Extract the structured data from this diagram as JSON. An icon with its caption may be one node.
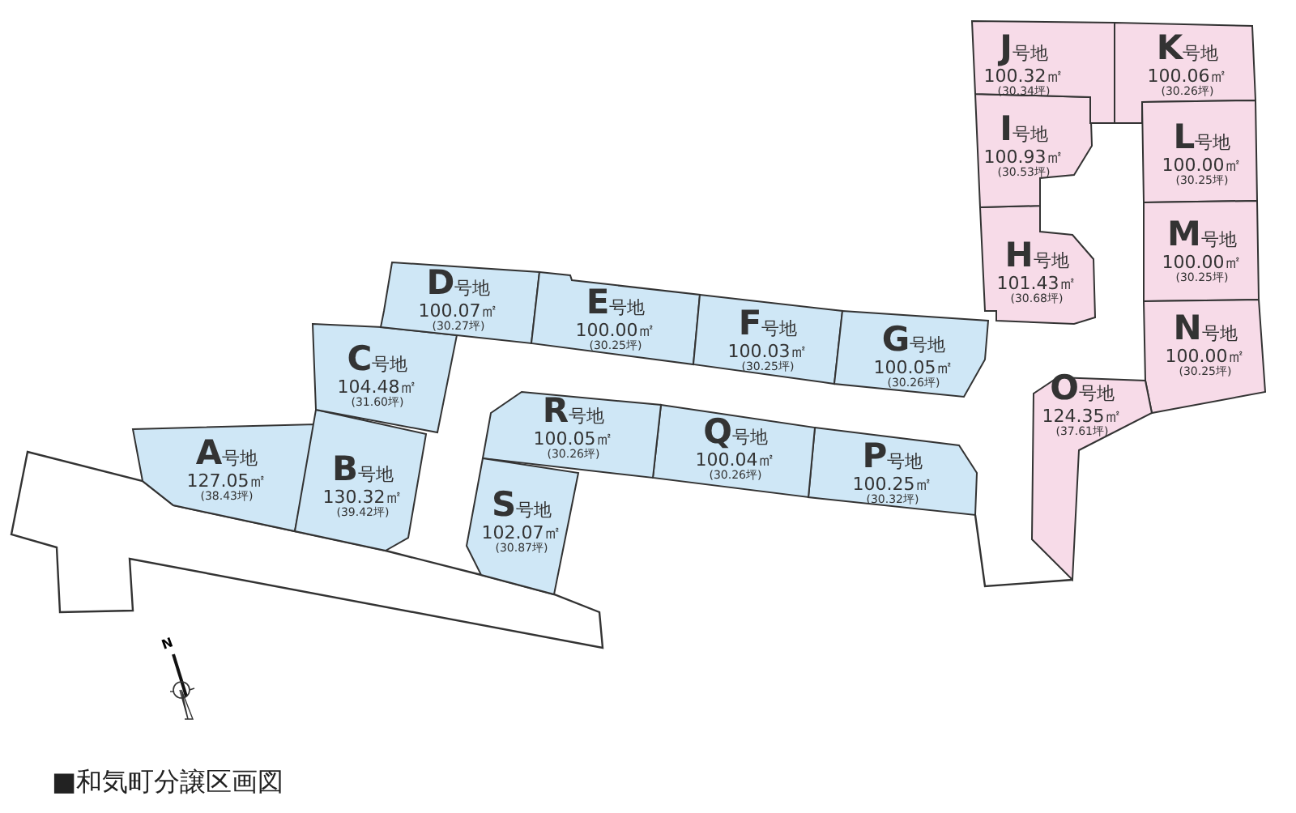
{
  "diagram": {
    "caption": "■和気町分譲区画図",
    "nodes": [
      {
        "text": [
          "**A**号地",
          "127.05㎡",
          "(38.43坪)"
        ]
      },
      {
        "text": [
          "**B**号地",
          "130.32㎡",
          "(39.42坪)"
        ]
      },
      {
        "text": [
          "**C**号地",
          "104.48㎡",
          "(31.60坪)"
        ]
      },
      {
        "text": [
          "**D**号地",
          "100.07㎡",
          "(30.27坪)"
        ]
      },
      {
        "text": [
          "**E**号地",
          "100.00㎡",
          "(30.25坪)"
        ]
      },
      {
        "text": [
          "**F**号地",
          "100.03㎡",
          "(30.25坪)"
        ]
      },
      {
        "text": [
          "**G**号地",
          "100.05㎡",
          "(30.26坪)"
        ]
      },
      {
        "text": [
          "**H**号地",
          "101.43㎡",
          "(30.68坪)"
        ]
      },
      {
        "text": [
          "**I**号地",
          "100.93㎡",
          "(30.53坪)"
        ]
      },
      {
        "text": [
          "**J**号地",
          "100.32㎡",
          "(30.34坪)"
        ]
      },
      {
        "text": [
          "**K**号地",
          "100.06㎡",
          "(30.26坪)"
        ]
      },
      {
        "text": [
          "**L**号地",
          "100.00㎡",
          "(30.25坪)"
        ]
      },
      {
        "text": [
          "**M**号地",
          "100.00㎡",
          "(30.25坪)"
        ]
      },
      {
        "text": [
          "**N**号地",
          "100.00㎡",
          "(30.25坪)"
        ]
      },
      {
        "text": [
          "**O**号地",
          "124.35㎡",
          "(37.61坪)"
        ]
      },
      {
        "text": [
          "**P**号地",
          "100.25㎡",
          "(30.32坪)"
        ]
      },
      {
        "text": [
          "**Q**号地",
          "100.04㎡",
          "(30.26坪)"
        ]
      },
      {
        "text": [
          "**R**号地",
          "100.05㎡",
          "(30.26坪)"
        ]
      },
      {
        "text": [
          "**S**号地",
          "102.07㎡",
          "(30.87坪)"
        ]
      }
    ],
    "labels": [
      "N"
    ]
  }
}
